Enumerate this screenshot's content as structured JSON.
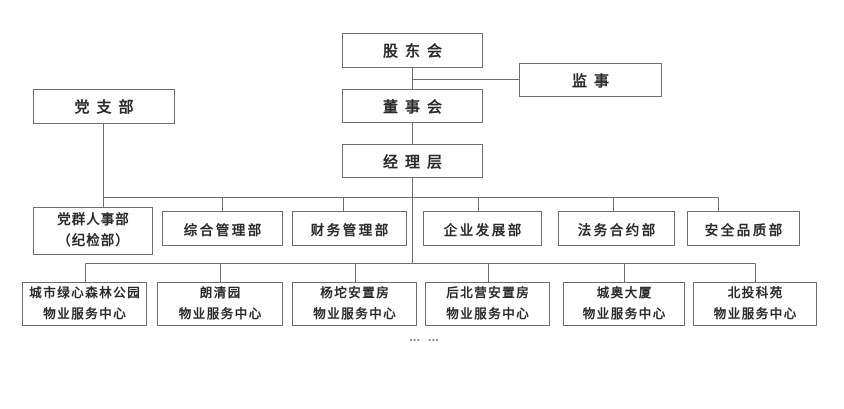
{
  "diagram": {
    "type": "org-chart",
    "colors": {
      "box_border": "#6e6e6e",
      "line": "#6e6e6e",
      "text": "#2b2b2b",
      "background": "#ffffff",
      "ellipsis": "#8f8f8f"
    },
    "nodes": [
      {
        "id": "shareholders",
        "label": "股东会"
      },
      {
        "id": "supervisor",
        "label": "监事"
      },
      {
        "id": "party-branch",
        "label": "党支部"
      },
      {
        "id": "board",
        "label": "董事会"
      },
      {
        "id": "management",
        "label": "经理层"
      },
      {
        "id": "dept-party-hr",
        "label": "党群人事部\n（纪检部）"
      },
      {
        "id": "dept-general",
        "label": "综合管理部"
      },
      {
        "id": "dept-finance",
        "label": "财务管理部"
      },
      {
        "id": "dept-development",
        "label": "企业发展部"
      },
      {
        "id": "dept-legal",
        "label": "法务合约部"
      },
      {
        "id": "dept-safety",
        "label": "安全品质部"
      },
      {
        "id": "center-forest-park",
        "label": "城市绿心森林公园\n物业服务中心"
      },
      {
        "id": "center-langqingyuan",
        "label": "朗清园\n物业服务中心"
      },
      {
        "id": "center-yangtuo",
        "label": "杨坨安置房\n物业服务中心"
      },
      {
        "id": "center-houbeiying",
        "label": "后北营安置房\n物业服务中心"
      },
      {
        "id": "center-chengao",
        "label": "城奥大厦\n物业服务中心"
      },
      {
        "id": "center-beitou",
        "label": "北投科苑\n物业服务中心"
      }
    ],
    "edges": [
      {
        "from": "shareholders",
        "to": "board"
      },
      {
        "from": "shareholders",
        "to": "supervisor"
      },
      {
        "from": "board",
        "to": "management"
      },
      {
        "from": "management",
        "to": "dept-party-hr"
      },
      {
        "from": "management",
        "to": "dept-general"
      },
      {
        "from": "management",
        "to": "dept-finance"
      },
      {
        "from": "management",
        "to": "dept-development"
      },
      {
        "from": "management",
        "to": "dept-legal"
      },
      {
        "from": "management",
        "to": "dept-safety"
      },
      {
        "from": "party-branch",
        "to": "dept-party-hr"
      },
      {
        "from": "management",
        "to": "center-forest-park"
      },
      {
        "from": "management",
        "to": "center-langqingyuan"
      },
      {
        "from": "management",
        "to": "center-yangtuo"
      },
      {
        "from": "management",
        "to": "center-houbeiying"
      },
      {
        "from": "management",
        "to": "center-chengao"
      },
      {
        "from": "management",
        "to": "center-beitou"
      }
    ],
    "ellipsis": "… …"
  }
}
